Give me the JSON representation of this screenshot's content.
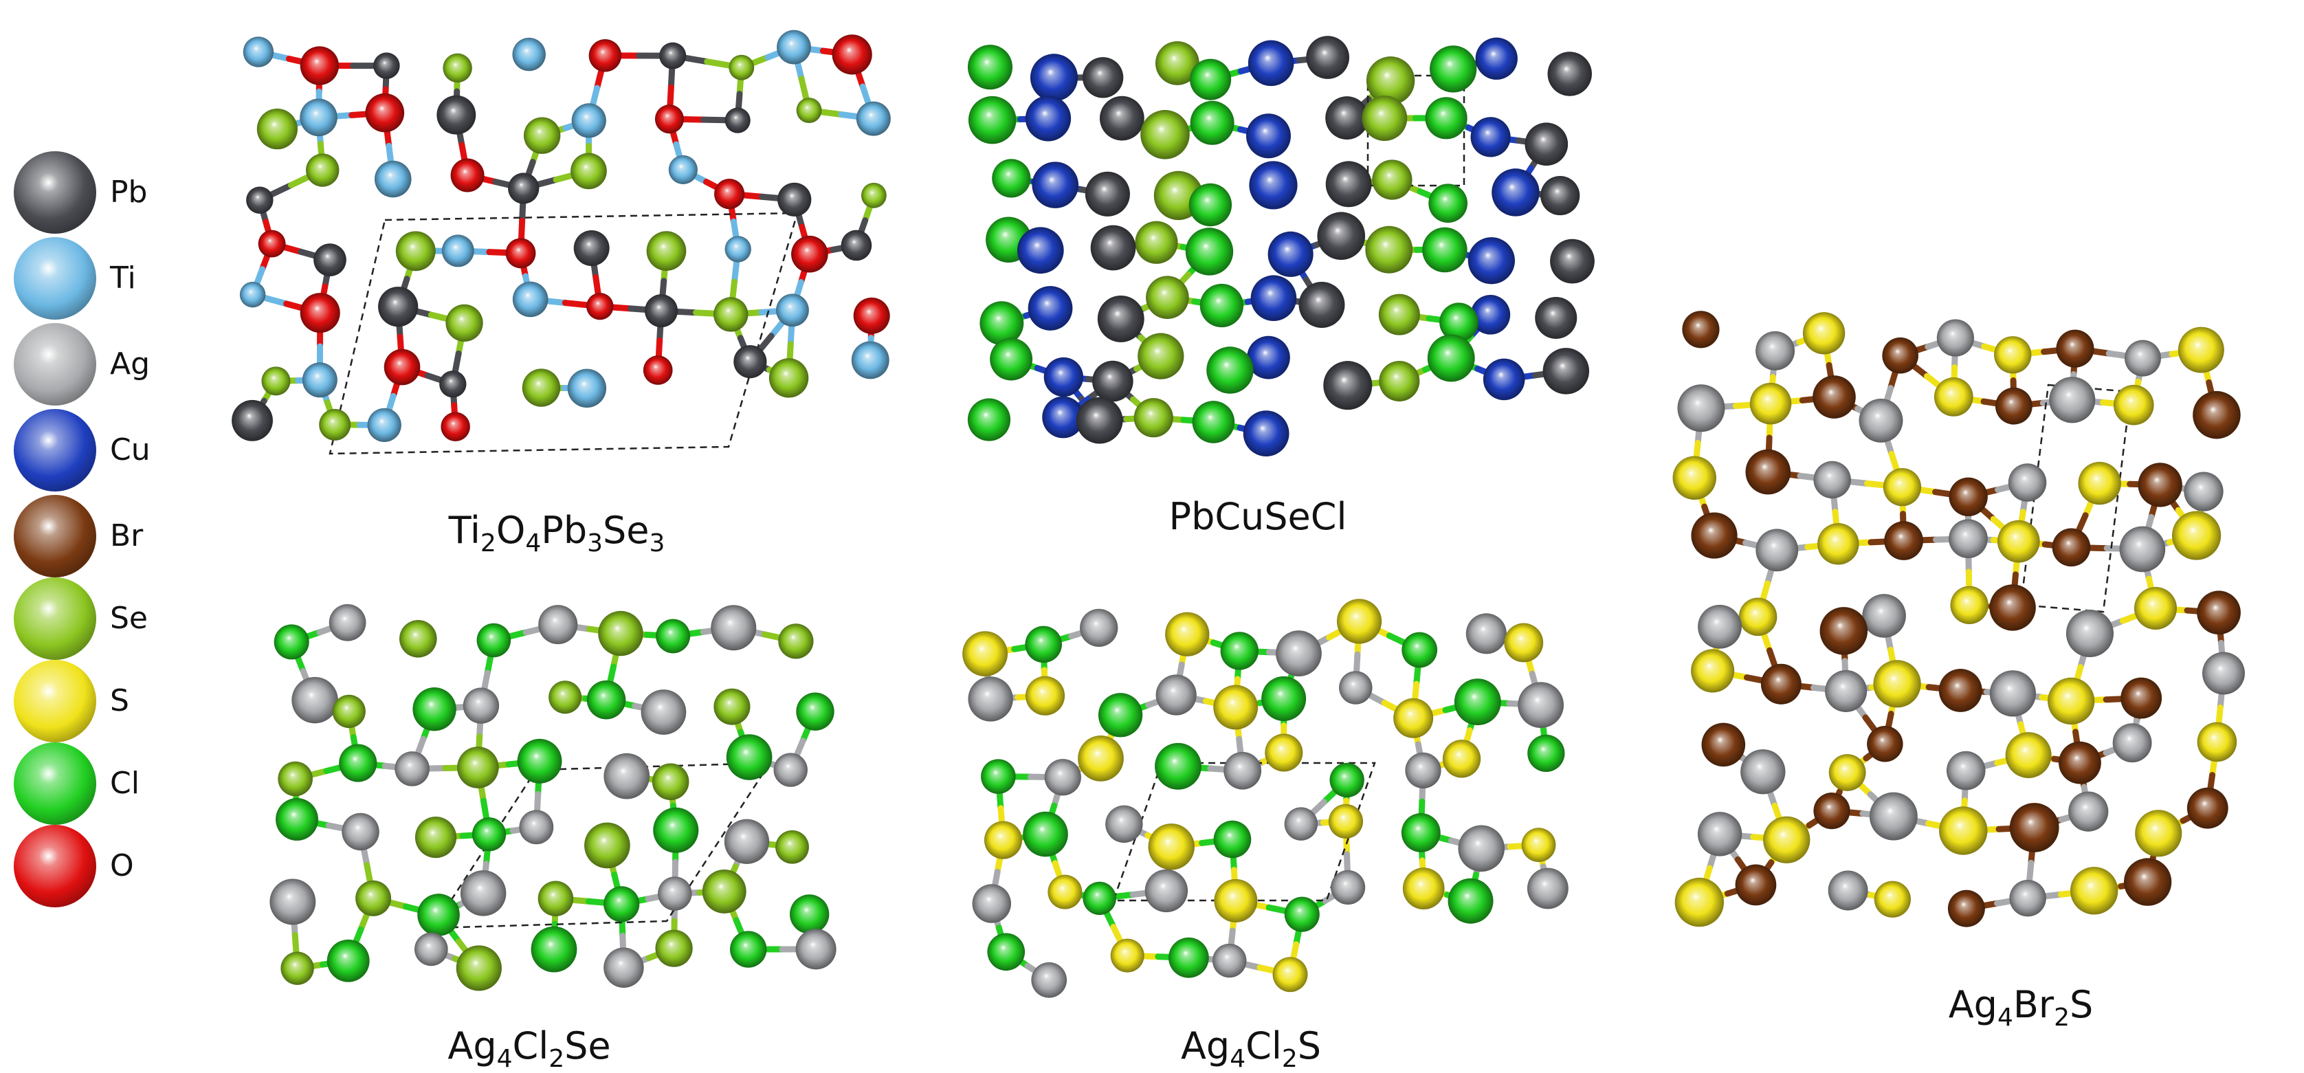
{
  "legend": [
    {
      "element": "Pb",
      "color": "#4a4c52"
    },
    {
      "element": "Ti",
      "color": "#6cb8e4"
    },
    {
      "element": "Ag",
      "color": "#a8aaad"
    },
    {
      "element": "Cu",
      "color": "#1f3fbf"
    },
    {
      "element": "Br",
      "color": "#7a3a12"
    },
    {
      "element": "Se",
      "color": "#8cc621"
    },
    {
      "element": "S",
      "color": "#f0e21a"
    },
    {
      "element": "Cl",
      "color": "#22cf22"
    },
    {
      "element": "O",
      "color": "#e01010"
    }
  ],
  "panels": [
    {
      "formula": [
        {
          "t": "Ti"
        },
        {
          "s": "2"
        },
        {
          "t": "O"
        },
        {
          "s": "4"
        },
        {
          "t": "Pb"
        },
        {
          "s": "3"
        },
        {
          "t": "Se"
        },
        {
          "s": "3"
        }
      ],
      "elements": [
        "Ti",
        "O",
        "Pb",
        "Se"
      ]
    },
    {
      "formula": [
        {
          "t": "PbCuSeCl"
        }
      ],
      "elements": [
        "Cl",
        "Cu",
        "Pb",
        "Se"
      ]
    },
    {
      "formula": [
        {
          "t": "Ag"
        },
        {
          "s": "4"
        },
        {
          "t": "Cl"
        },
        {
          "s": "2"
        },
        {
          "t": "Se"
        }
      ],
      "elements": [
        "Cl",
        "Ag",
        "Se"
      ]
    },
    {
      "formula": [
        {
          "t": "Ag"
        },
        {
          "s": "4"
        },
        {
          "t": "Cl"
        },
        {
          "s": "2"
        },
        {
          "t": "S"
        }
      ],
      "elements": [
        "S",
        "Cl",
        "Ag"
      ]
    },
    {
      "formula": [
        {
          "t": "Ag"
        },
        {
          "s": "4"
        },
        {
          "t": "Br"
        },
        {
          "s": "2"
        },
        {
          "t": "S"
        }
      ],
      "elements": [
        "Br",
        "Ag",
        "S"
      ]
    }
  ]
}
